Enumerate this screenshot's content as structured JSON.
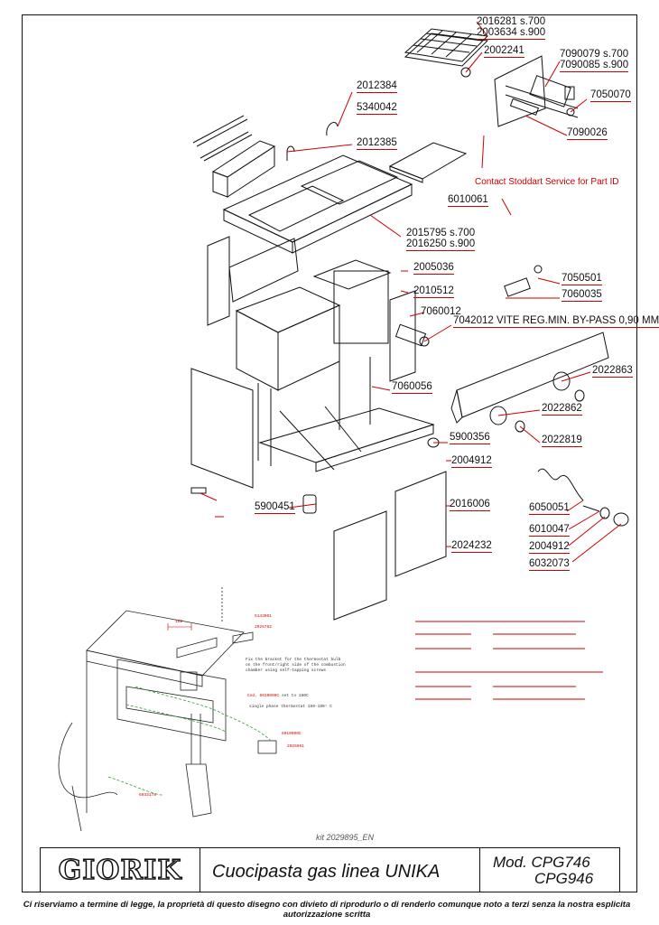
{
  "parts": [
    {
      "id": "lbl-2016281",
      "text": "2016281 s.700",
      "red": false,
      "u": false
    },
    {
      "id": "lbl-2003634",
      "text": "2003634 s.900",
      "red": false,
      "u": true
    },
    {
      "id": "lbl-2002241",
      "text": "2002241",
      "red": false,
      "u": true
    },
    {
      "id": "lbl-7090079",
      "text": "7090079 s.700",
      "red": false,
      "u": false
    },
    {
      "id": "lbl-7090085",
      "text": "7090085 s.900",
      "red": false,
      "u": true
    },
    {
      "id": "lbl-7050070",
      "text": "7050070",
      "red": false,
      "u": true
    },
    {
      "id": "lbl-2012384",
      "text": "2012384",
      "red": false,
      "u": true
    },
    {
      "id": "lbl-5340042",
      "text": "5340042",
      "red": false,
      "u": true
    },
    {
      "id": "lbl-7090026",
      "text": "7090026",
      "red": false,
      "u": true
    },
    {
      "id": "lbl-2012385",
      "text": "2012385",
      "red": false,
      "u": true
    },
    {
      "id": "lbl-contact",
      "text": "Contact Stoddart Service for Part ID",
      "red": true,
      "u": false
    },
    {
      "id": "lbl-6010061",
      "text": "6010061",
      "red": false,
      "u": true
    },
    {
      "id": "lbl-2015795",
      "text": "2015795 s.700",
      "red": false,
      "u": false
    },
    {
      "id": "lbl-2016250",
      "text": "2016250 s.900",
      "red": false,
      "u": true
    },
    {
      "id": "lbl-2005036",
      "text": "2005036",
      "red": false,
      "u": true
    },
    {
      "id": "lbl-7050501",
      "text": "7050501",
      "red": false,
      "u": true
    },
    {
      "id": "lbl-2010512",
      "text": "2010512",
      "red": false,
      "u": true
    },
    {
      "id": "lbl-7060035",
      "text": "7060035",
      "red": false,
      "u": true
    },
    {
      "id": "lbl-7060012",
      "text": "7060012",
      "red": false,
      "u": false
    },
    {
      "id": "lbl-7042012",
      "text": "7042012 VITE REG.MIN. BY-PASS 0,90 MM",
      "red": false,
      "u": true
    },
    {
      "id": "lbl-2022863",
      "text": "2022863",
      "red": false,
      "u": true
    },
    {
      "id": "lbl-7060056",
      "text": "7060056",
      "red": false,
      "u": true
    },
    {
      "id": "lbl-2022862",
      "text": "2022862",
      "red": false,
      "u": true
    },
    {
      "id": "lbl-5900356",
      "text": "5900356",
      "red": false,
      "u": true
    },
    {
      "id": "lbl-2022819",
      "text": "2022819",
      "red": false,
      "u": true
    },
    {
      "id": "lbl-2004912a",
      "text": "2004912",
      "red": false,
      "u": true
    },
    {
      "id": "lbl-2016006",
      "text": "2016006",
      "red": false,
      "u": true
    },
    {
      "id": "lbl-6050051",
      "text": "6050051",
      "red": false,
      "u": true
    },
    {
      "id": "lbl-5900451",
      "text": "5900451",
      "red": false,
      "u": true
    },
    {
      "id": "lbl-6010047",
      "text": "6010047",
      "red": false,
      "u": true
    },
    {
      "id": "lbl-2024232",
      "text": "2024232",
      "red": false,
      "u": true
    },
    {
      "id": "lbl-2004912b",
      "text": "2004912",
      "red": false,
      "u": true
    },
    {
      "id": "lbl-6032073",
      "text": "6032073",
      "red": false,
      "u": true
    }
  ],
  "detail_notes": {
    "p1": "5143001",
    "p2": "2025782",
    "bracket_note_1": "Fix the bracket for the thermostat bulb",
    "bracket_note_2": "on the front/right side of the combustion",
    "bracket_note_3": "chamber using self-tapping screws",
    "thermo_code": "Cod. 6010000C",
    "thermo_set": "set to 150C",
    "thermo_desc": "single phase thermostat 150-190° C",
    "p3": "6010000C",
    "p4": "2025961",
    "p5": "6033178",
    "dim": "182"
  },
  "kit": "kit 2029895_EN",
  "title_block": {
    "logo": "GIORIK",
    "title": "Cuocipasta gas linea UNIKA",
    "model_1": "Mod. CPG746",
    "model_2": "CPG946"
  },
  "footer": "Ci riserviamo a termine di legge, la proprietà di questo disegno con divieto di riprodurlo o di renderlo comunque noto a terzi senza la nostra esplicita autorizzazione scritta",
  "colors": {
    "line": "#111111",
    "leader": "#cc0000",
    "green": "#2f9e2f"
  }
}
